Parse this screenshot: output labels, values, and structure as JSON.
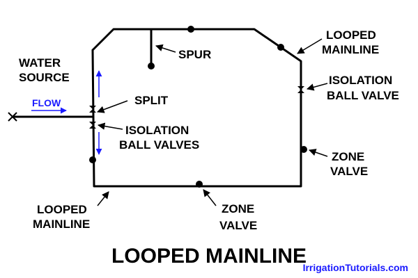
{
  "labels": {
    "water_source_1": "WATER",
    "water_source_2": "SOURCE",
    "flow": "FLOW",
    "spur": "SPUR",
    "split": "SPLIT",
    "isolation_valves_1": "ISOLATION",
    "isolation_valves_2": "BALL VALVES",
    "looped_mainline_top_1": "LOOPED",
    "looped_mainline_top_2": "MAINLINE",
    "isolation_valve_right_1": "ISOLATION",
    "isolation_valve_right_2": "BALL VALVE",
    "zone_valve_right_1": "ZONE",
    "zone_valve_right_2": "VALVE",
    "looped_mainline_bottom_1": "LOOPED",
    "looped_mainline_bottom_2": "MAINLINE",
    "zone_valve_bottom_1": "ZONE",
    "zone_valve_bottom_2": "VALVE"
  },
  "title": "LOOPED MAINLINE",
  "brand": "IrrigationTutorials.com",
  "colors": {
    "line": "#000000",
    "flow_arrow": "#1a1aff",
    "brand": "#1a1aff",
    "background": "#ffffff"
  }
}
